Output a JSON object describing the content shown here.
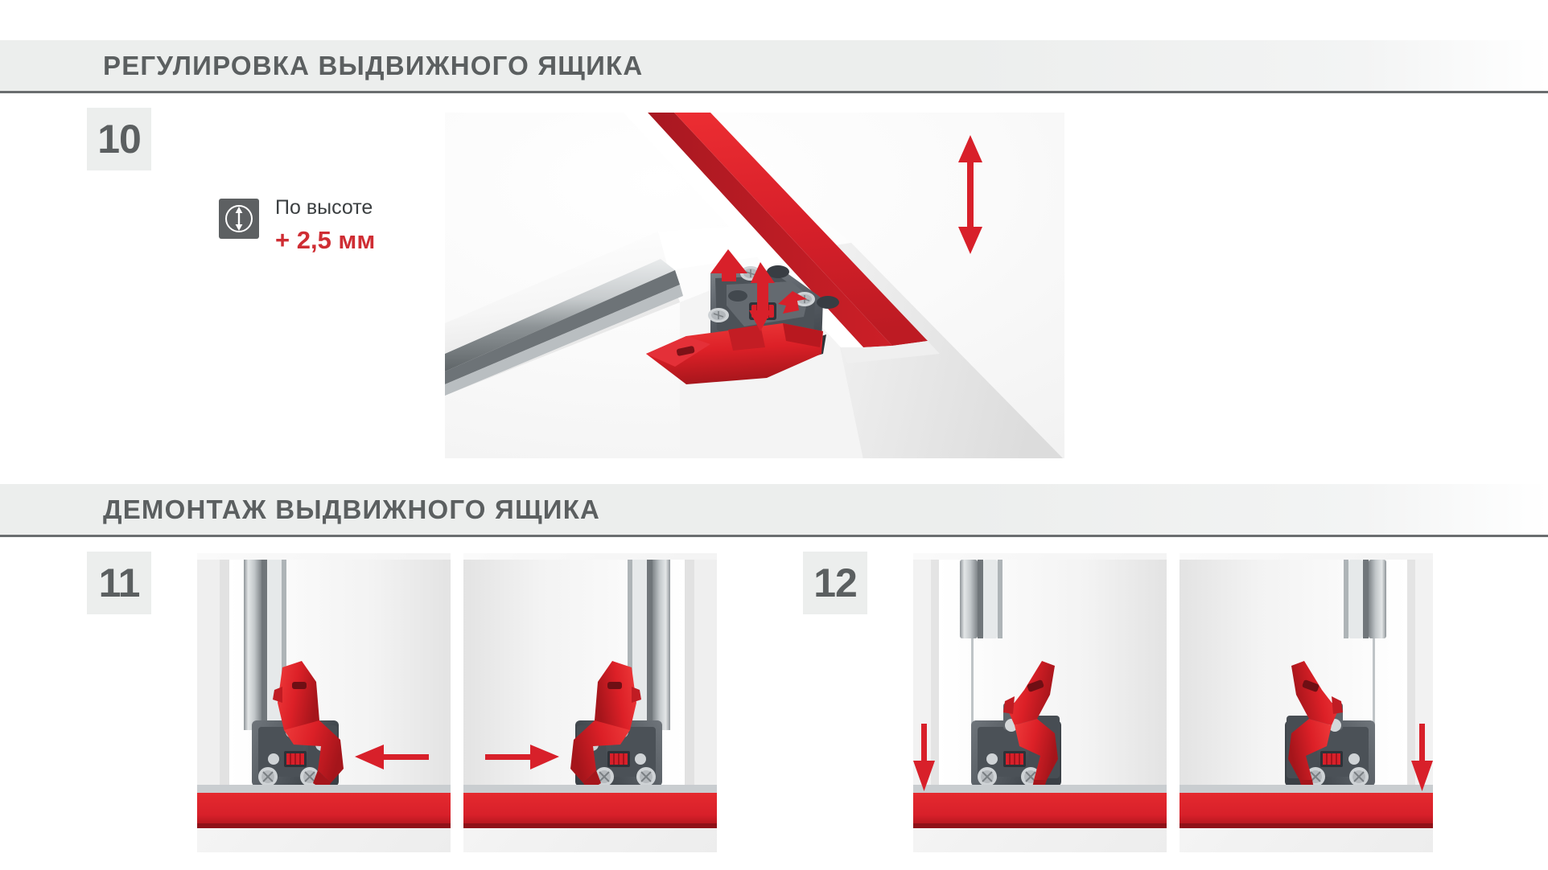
{
  "colors": {
    "brand_red": "#d8202a",
    "red_dark": "#b81a22",
    "header_gray": "#eceeed",
    "text_gray": "#5b5f60",
    "rule_gray": "#6a6d6f",
    "icon_gray": "#5d6062",
    "mech_gray": "#555b61",
    "rail_silver": "#c9cdd0"
  },
  "sections": [
    {
      "id": "adjustment",
      "title": "РЕГУЛИРОВКА ВЫДВИЖНОГО ЯЩИКА",
      "steps": [
        {
          "number": "10",
          "callout": {
            "icon": "vertical-double-arrow-icon",
            "label": "По высоте",
            "value": "+ 2,5 мм"
          },
          "arrows": [
            {
              "name": "height-adjust-double-arrow",
              "direction": "up-down"
            },
            {
              "name": "mechanism-press-arrow",
              "direction": "down"
            },
            {
              "name": "mechanism-lift-arrow",
              "direction": "up"
            }
          ]
        }
      ]
    },
    {
      "id": "removal",
      "title": "ДЕМОНТАЖ ВЫДВИЖНОГО ЯЩИКА",
      "steps": [
        {
          "number": "11",
          "frames": [
            {
              "name": "latch-release-left",
              "arrow": "left"
            },
            {
              "name": "latch-release-right",
              "arrow": "right"
            }
          ]
        },
        {
          "number": "12",
          "frames": [
            {
              "name": "drawer-lift-left",
              "arrow": "down"
            },
            {
              "name": "drawer-lift-right",
              "arrow": "down"
            }
          ]
        }
      ]
    }
  ]
}
